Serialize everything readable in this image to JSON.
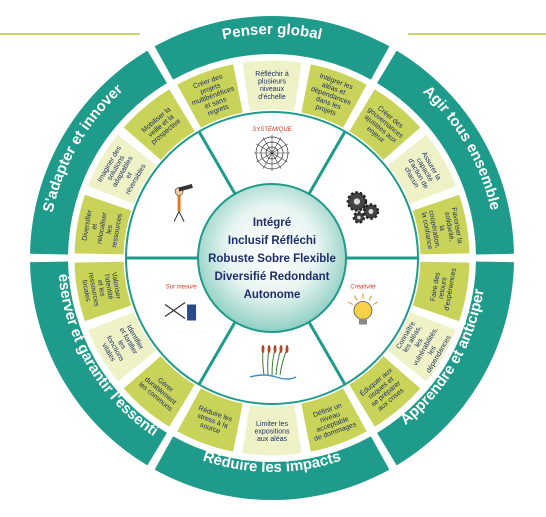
{
  "colors": {
    "teal": "#1e9b8a",
    "teal_dark": "#137a6c",
    "lime": "#c9d35a",
    "lime_light": "#eef2c6",
    "text_navy": "#1d2f63",
    "white": "#ffffff"
  },
  "segments": [
    {
      "label": "Penser global",
      "boxes": [
        "Créer des projets multibénéfices et sans regrets",
        "Réfléchir à plusieurs niveaux d'échelle",
        "Intégrer les aléas et dépendances dans les projets"
      ]
    },
    {
      "label": "Agir tous ensemble",
      "boxes": [
        "Créer des gouvernances ajustées aux enjeux",
        "Assurer la capacité d'action de chacun",
        "Favoriser la solidarité, la coopération, la confiance"
      ]
    },
    {
      "label": "Apprendre et anticiper",
      "boxes": [
        "Faire des retours d'expériences",
        "Connaître les aléas, les vulnérabilités, les dépendances",
        "Éduquer aux risques et se préparer aux crises"
      ]
    },
    {
      "label": "Réduire les impacts",
      "boxes": [
        "Définir un niveau acceptable de dommages",
        "Limiter les expositions aux aléas",
        "Réduire les stress à la source"
      ]
    },
    {
      "label": "Préserver et garantir l'essentiel",
      "boxes": [
        "Gérer durablement les communs",
        "Identifier et fortifier les fonctions vitales",
        "Valoriser l'identité et les ressources locales"
      ]
    },
    {
      "label": "S'adapter et innover",
      "boxes": [
        "Diversifier et relocaliser les ressources",
        "Imaginer des solutions adaptables et réversibles",
        "Mobiliser la veille et la prospective"
      ]
    }
  ],
  "core": [
    "Intégré",
    "Inclusif  Réfléchi",
    "Robuste  Sobre  Flexible",
    "Diversifié  Redondant",
    "Autonome"
  ],
  "icons": [
    {
      "name": "spider-web-icon",
      "caption": "SYSTÉMIQUE"
    },
    {
      "name": "gears-icon",
      "caption": ""
    },
    {
      "name": "lightbulb-icon",
      "caption": "Créativité"
    },
    {
      "name": "reeds-icon",
      "caption": ""
    },
    {
      "name": "tailor-tools-icon",
      "caption": "Sur mesure"
    },
    {
      "name": "telescope-person-icon",
      "caption": ""
    }
  ]
}
